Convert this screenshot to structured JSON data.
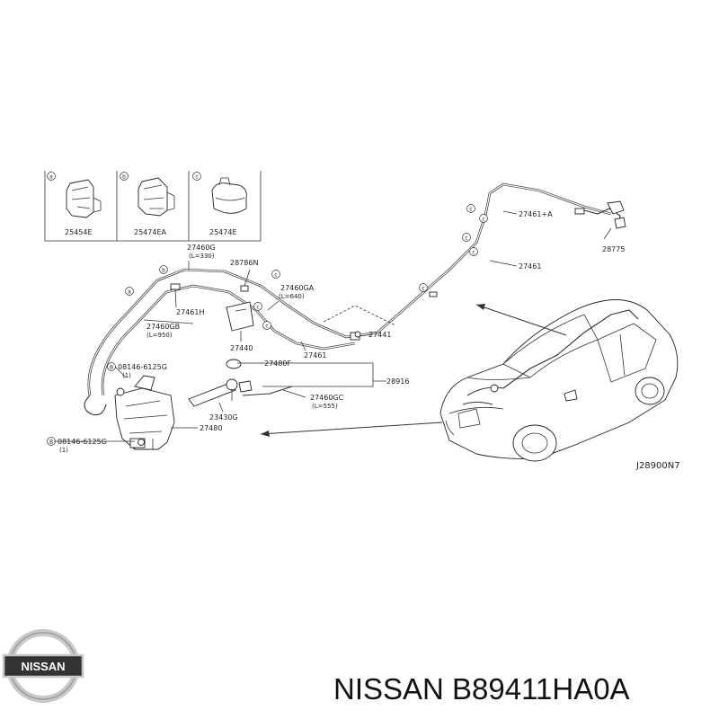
{
  "inset": {
    "a": {
      "letter": "a",
      "part": "25454E"
    },
    "b": {
      "letter": "b",
      "part": "25474EA"
    },
    "c": {
      "letter": "c",
      "part": "25474E"
    }
  },
  "callouts": {
    "p27460G": "27460G",
    "p27460G_len": "(L=330)",
    "p28786N": "28786N",
    "p27460GA": "27460GA",
    "p27460GA_len": "(L=640)",
    "p27461H": "27461H",
    "p27460GB": "27460GB",
    "p27460GB_len": "(L=950)",
    "p27440": "27440",
    "p27461_mid": "27461",
    "p27441": "27441",
    "p27480F": "27480F",
    "p28916": "28916",
    "p27460GC": "27460GC",
    "p27460GC_len": "(L=555)",
    "p23430G": "23430G",
    "p27480": "27480",
    "bolt1": "08146-6125G",
    "bolt1_qty": "(1)",
    "bolt2": "08146-6125G",
    "bolt2_qty": "(1)",
    "bolt_marker": "B",
    "p27461A": "27461+A",
    "p28775": "28775",
    "p27461_rear": "27461"
  },
  "diagram_code": "J28900N7",
  "footer": {
    "logo_text": "NISSAN",
    "part_number": "NISSAN B89411HA0A"
  },
  "colors": {
    "line": "#333333",
    "logo_silver": "#c8c8c8",
    "logo_dark": "#333333"
  }
}
